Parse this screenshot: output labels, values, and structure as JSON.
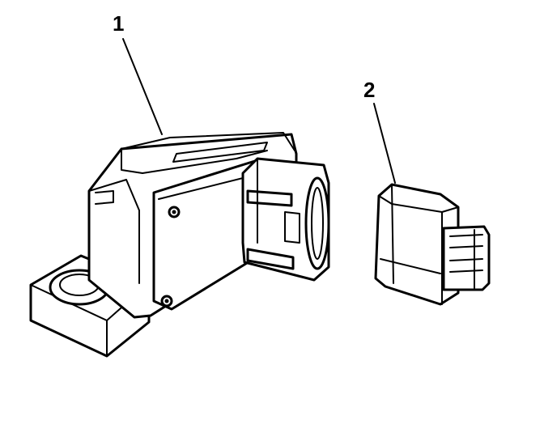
{
  "callouts": [
    {
      "id": "1",
      "label": "1"
    },
    {
      "id": "2",
      "label": "2"
    }
  ],
  "parts": [
    {
      "callout": "1",
      "icon": "sensor-assembly-icon"
    },
    {
      "callout": "2",
      "icon": "electrical-connector-icon"
    }
  ],
  "colors": {
    "line": "#000000",
    "fill": "#ffffff"
  }
}
